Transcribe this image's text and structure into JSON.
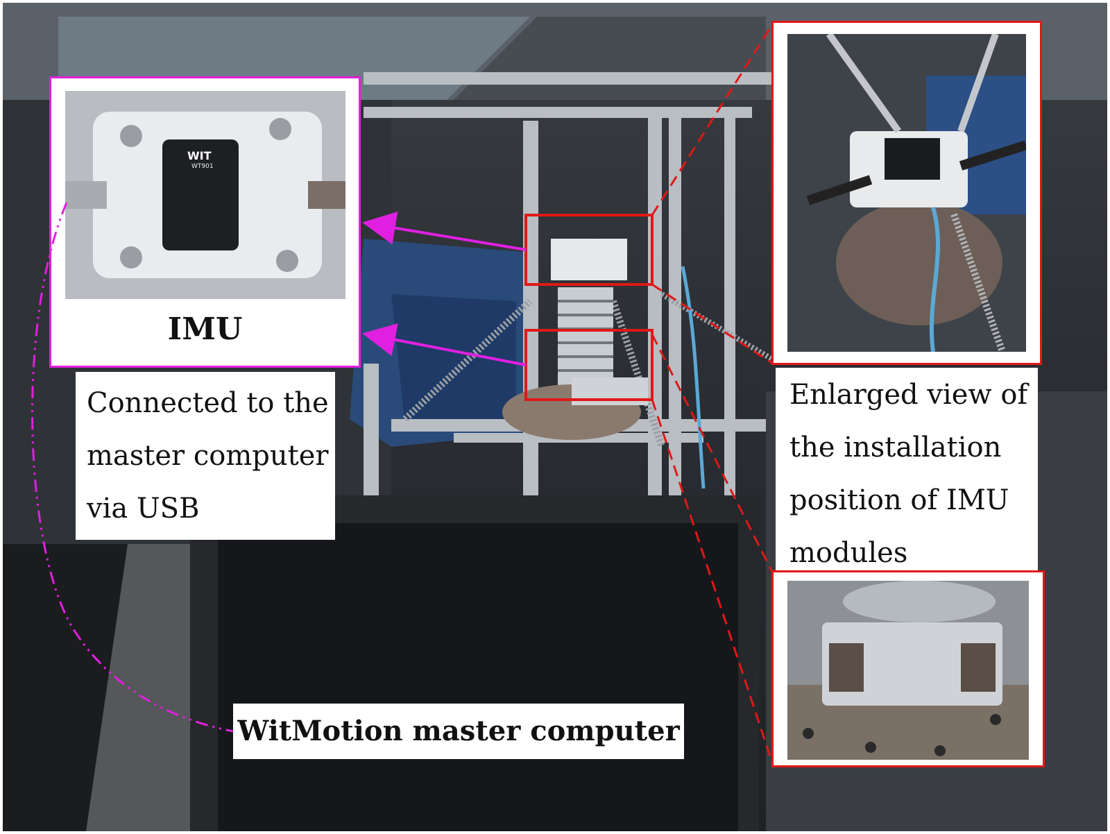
{
  "callouts": {
    "imu_title": "IMU",
    "usb_caption_lines": [
      "Connected to the",
      "master computer",
      "via USB"
    ],
    "enlarged_caption_lines": [
      "Enlarged view of",
      "the installation",
      "position of IMU",
      "modules"
    ],
    "master_computer": "WitMotion master computer"
  },
  "device_label": {
    "brand_mark": "WIT",
    "model": "WT901"
  },
  "colors": {
    "imu_highlight": "#e020e0",
    "install_highlight": "#e01818"
  }
}
